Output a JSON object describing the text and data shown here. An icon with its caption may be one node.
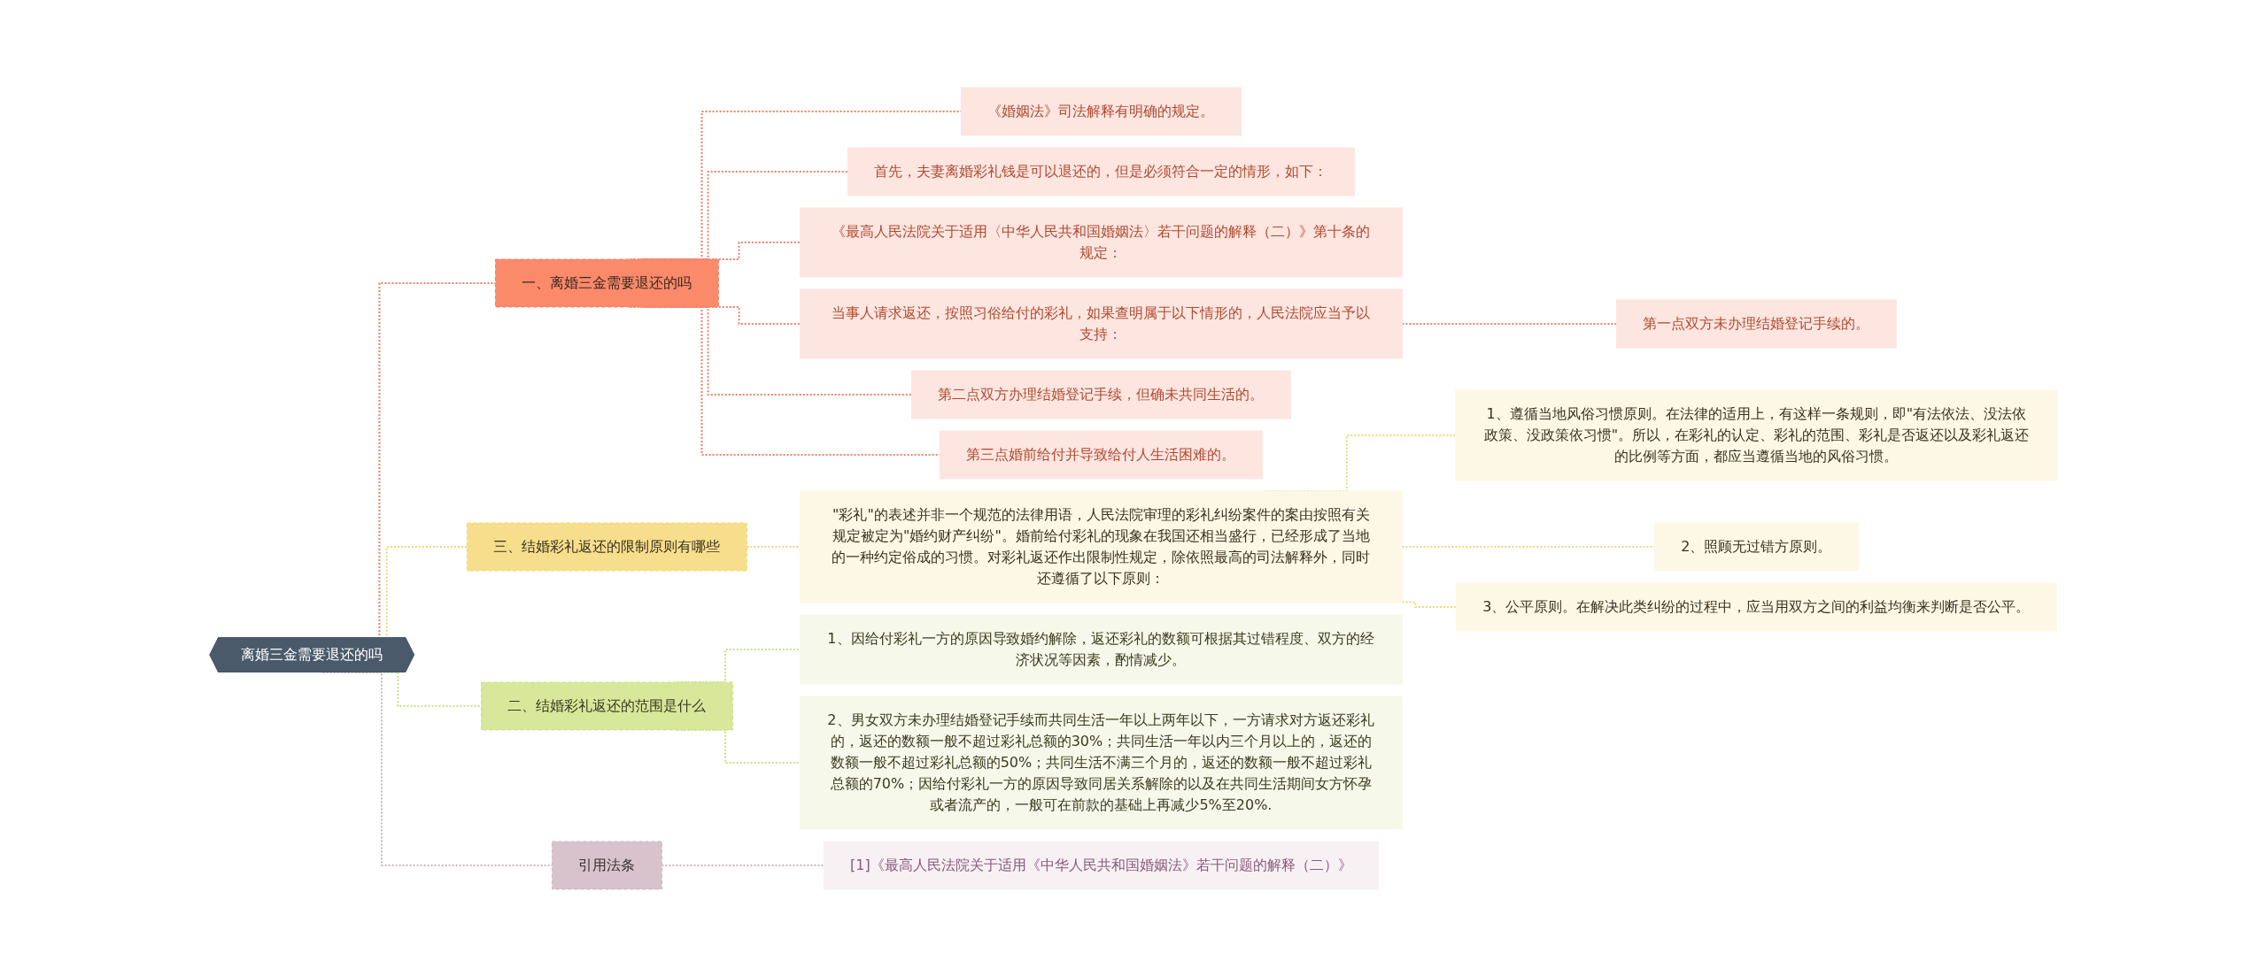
{
  "diagram": {
    "nodes": [
      {
        "text": [
          "离婚三金需要退还的吗"
        ]
      },
      {
        "text": [
          "一、离婚三金需要退还的吗"
        ]
      },
      {
        "text": [
          "《婚姻法》司法解释有明确的规定。"
        ]
      },
      {
        "text": [
          "首先，夫妻离婚彩礼钱是可以退还的，但是必须符合一定的情形，如下："
        ]
      },
      {
        "text": [
          "《最高人民法院关于适用〈中华人民共和国婚姻法〉若干问题的解释（二）》第十条的规定："
        ]
      },
      {
        "text": [
          "当事人请求返还，按照习俗给付的彩礼，如果查明属于以下情形的，人民法院应当予以支持："
        ]
      },
      {
        "text": [
          "第一点双方未办理结婚登记手续的。"
        ]
      },
      {
        "text": [
          "第二点双方办理结婚登记手续，但确未共同生活的。"
        ]
      },
      {
        "text": [
          "第三点婚前给付并导致给付人生活困难的。"
        ]
      },
      {
        "text": [
          "三、结婚彩礼返还的限制原则有哪些"
        ]
      },
      {
        "text": [
          "\"彩礼\"的表述并非一个规范的法律用语，人民法院审理的彩礼纠纷案件的案由按照有关规定被定为\"婚约财产纠纷\"。婚前给付彩礼的现象在我国还相当盛行，已经形成了当地的一种约定俗成的习惯。对彩礼返还作出限制性规定，除依照最高的司法解释外，同时还遵循了以下原则："
        ]
      },
      {
        "text": [
          "1、遵循当地风俗习惯原则。在法律的适用上，有这样一条规则，即\"有法依法、没法依政策、没政策依习惯\"。所以，在彩礼的认定、彩礼的范围、彩礼是否返还以及彩礼返还的比例等方面，都应当遵循当地的风俗习惯。"
        ]
      },
      {
        "text": [
          "2、照顾无过错方原则。"
        ]
      },
      {
        "text": [
          "3、公平原则。在解决此类纠纷的过程中，应当用双方之间的利益均衡来判断是否公平。"
        ]
      },
      {
        "text": [
          "二、结婚彩礼返还的范围是什么"
        ]
      },
      {
        "text": [
          "1、因给付彩礼一方的原因导致婚约解除，返还彩礼的数额可根据其过错程度、双方的经济状况等因素，酌情减少。"
        ]
      },
      {
        "text": [
          "2、男女双方未办理结婚登记手续而共同生活一年以上两年以下，一方请求对方返还彩礼的，返还的数额一般不超过彩礼总额的30%；共同生活一年以内三个月以上的，返还的数额一般不超过彩礼总额的50%；共同生活不满三个月的，返还的数额一般不超过彩礼总额的70%；因给付彩礼一方的原因导致同居关系解除的以及在共同生活期间女方怀孕或者流产的，一般可在前款的基础上再减少5%至20%."
        ]
      },
      {
        "text": [
          "引用法条"
        ]
      },
      {
        "text": [
          "[1]《最高人民法院关于适用《中华人民共和国婚姻法》若干问题的解释（二）》"
        ]
      }
    ],
    "edges": [
      {
        "from": 0,
        "to": 1,
        "arrow": "none",
        "style": "dashed"
      },
      {
        "from": 1,
        "to": 2,
        "arrow": "none",
        "style": "dashed"
      },
      {
        "from": 1,
        "to": 3,
        "arrow": "none",
        "style": "dashed"
      },
      {
        "from": 1,
        "to": 4,
        "arrow": "none",
        "style": "dashed"
      },
      {
        "from": 1,
        "to": 5,
        "arrow": "none",
        "style": "dashed"
      },
      {
        "from": 5,
        "to": 6,
        "arrow": "none",
        "style": "dashed"
      },
      {
        "from": 1,
        "to": 7,
        "arrow": "none",
        "style": "dashed"
      },
      {
        "from": 1,
        "to": 8,
        "arrow": "none",
        "style": "dashed"
      },
      {
        "from": 0,
        "to": 9,
        "arrow": "none",
        "style": "dashed",
        "color": "#f0d77a"
      },
      {
        "from": 9,
        "to": 10,
        "arrow": "none",
        "style": "dashed",
        "color": "#f0d77a"
      },
      {
        "from": 10,
        "to": 11,
        "arrow": "none",
        "style": "dashed",
        "color": "#f0d77a"
      },
      {
        "from": 10,
        "to": 12,
        "arrow": "none",
        "style": "dashed",
        "color": "#f0d77a"
      },
      {
        "from": 10,
        "to": 13,
        "arrow": "none",
        "style": "dashed",
        "color": "#f0d77a"
      },
      {
        "from": 0,
        "to": 14,
        "arrow": "none",
        "style": "dashed",
        "color": "#c9df8a"
      },
      {
        "from": 14,
        "to": 15,
        "arrow": "none",
        "style": "dashed",
        "color": "#c9df8a"
      },
      {
        "from": 14,
        "to": 16,
        "arrow": "none",
        "style": "dashed",
        "color": "#c9df8a"
      },
      {
        "from": 0,
        "to": 17,
        "arrow": "none",
        "style": "dashed",
        "color": "#c8b8c0"
      },
      {
        "from": 17,
        "to": 18,
        "arrow": "none",
        "style": "dashed",
        "color": "#c8b8c0"
      }
    ]
  }
}
